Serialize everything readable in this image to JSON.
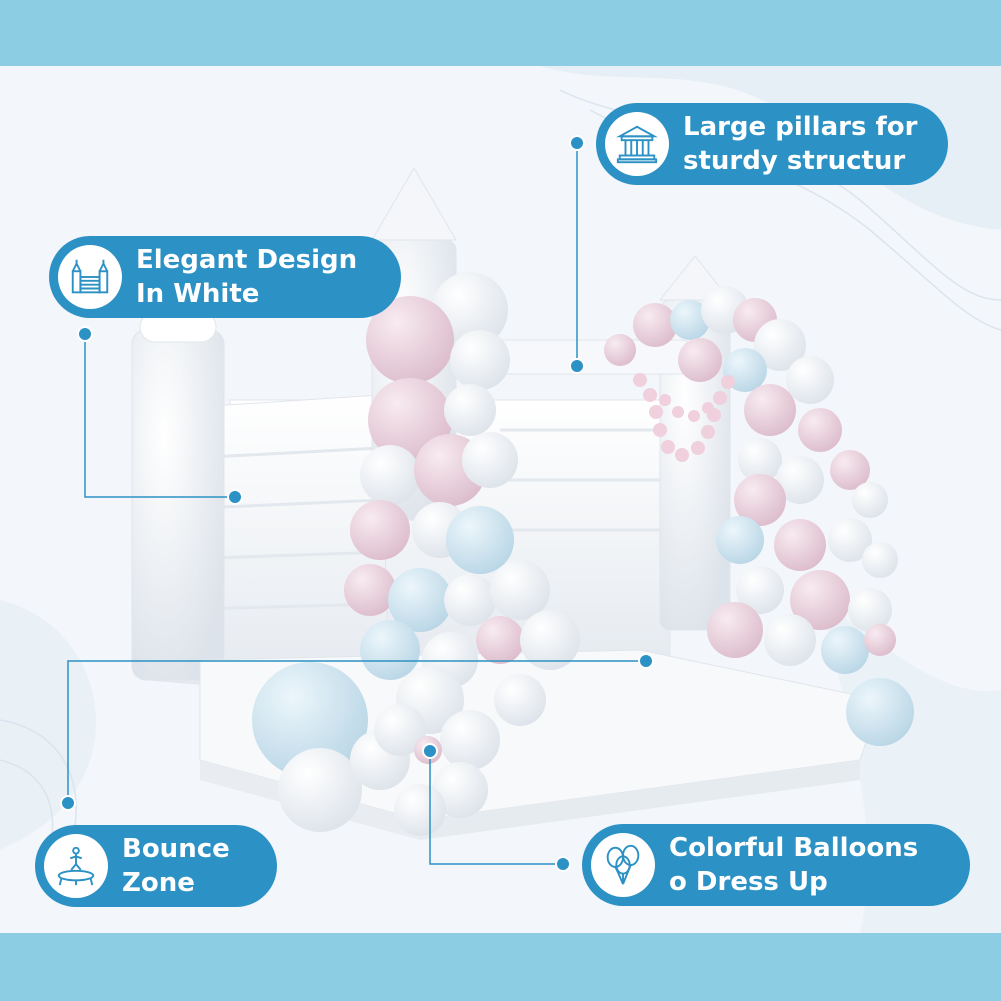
{
  "features": [
    {
      "id": "elegant",
      "line1": "Elegant Design",
      "line2": "In White",
      "icon": "castle-icon"
    },
    {
      "id": "pillars",
      "line1": "Large pillars for",
      "line2": "sturdy structur",
      "icon": "pillars-icon"
    },
    {
      "id": "bounce",
      "line1": "Bounce",
      "line2": "Zone",
      "icon": "trampoline-icon"
    },
    {
      "id": "balloons",
      "line1": "Colorful Balloons",
      "line2": "o Dress Up",
      "icon": "balloons-icon"
    }
  ],
  "colors": {
    "band": "#8ccde4",
    "pill": "#2c91c4",
    "pink_balloon": "#efd9e3",
    "blue_balloon": "#d5e9f3",
    "white_balloon": "#f4f6f9"
  }
}
